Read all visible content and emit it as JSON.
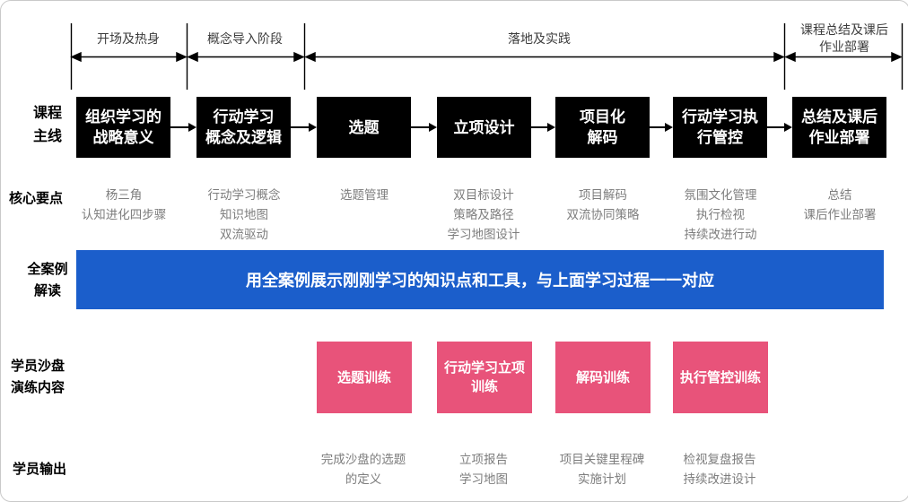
{
  "timeline": {
    "phases": [
      {
        "label": "开场及热身"
      },
      {
        "label": "概念导入阶段"
      },
      {
        "label": "落地及实践"
      },
      {
        "label": "课程总结及课后\n作业部署"
      }
    ]
  },
  "row_labels": {
    "main": "课程\n主线",
    "keypoints": "核心要点",
    "case": "全案例\n解读",
    "sandbox": "学员沙盘\n演练内容",
    "output": "学员输出"
  },
  "main_boxes": [
    {
      "label": "组织学习的\n战略意义"
    },
    {
      "label": "行动学习\n概念及逻辑"
    },
    {
      "label": "选题"
    },
    {
      "label": "立项设计"
    },
    {
      "label": "项目化\n解码"
    },
    {
      "label": "行动学习执\n行管控"
    },
    {
      "label": "总结及课后\n作业部署"
    }
  ],
  "keypoints": [
    {
      "text": "杨三角\n认知进化四步骤"
    },
    {
      "text": "行动学习概念\n知识地图\n双流驱动"
    },
    {
      "text": "选题管理"
    },
    {
      "text": "双目标设计\n策略及路径\n学习地图设计"
    },
    {
      "text": "项目解码\n双流协同策略"
    },
    {
      "text": "氛围文化管理\n执行检视\n持续改进行动"
    },
    {
      "text": "总结\n课后作业部署"
    }
  ],
  "case_banner": {
    "text": "用全案例展示刚刚学习的知识点和工具，与上面学习过程一一对应"
  },
  "sandbox_boxes": [
    {
      "label": "选题训练"
    },
    {
      "label": "行动学习立项\n训练"
    },
    {
      "label": "解码训练"
    },
    {
      "label": "执行管控训练"
    }
  ],
  "outputs": [
    {
      "text": "完成沙盘的选题\n的定义"
    },
    {
      "text": "立项报告\n学习地图"
    },
    {
      "text": "项目关键里程碑\n实施计划"
    },
    {
      "text": "检视复盘报告\n持续改进设计"
    }
  ],
  "colors": {
    "main_box_black": "#000000",
    "banner_blue": "#1b5ecb",
    "sandbox_pink": "#e8537a",
    "muted_text_gray": "#7d7d7d"
  }
}
